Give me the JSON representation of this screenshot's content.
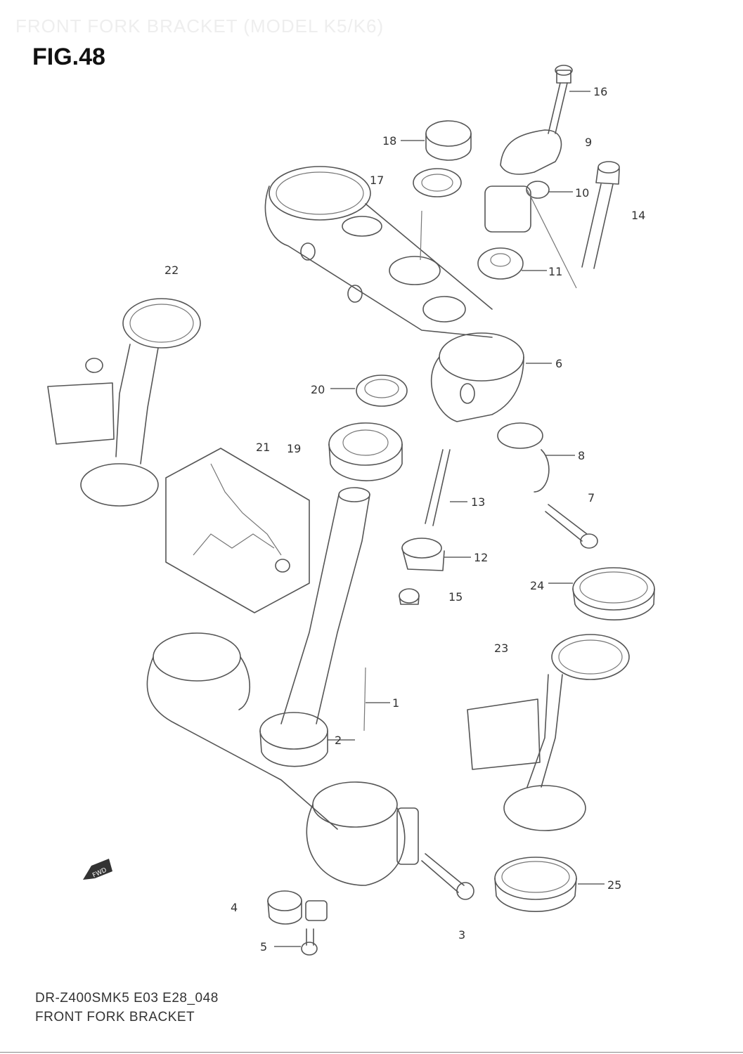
{
  "header": {
    "ghost_title": "FRONT FORK BRACKET (MODEL K5/K6)",
    "figure": "FIG.48"
  },
  "diagram": {
    "callouts": [
      "1",
      "2",
      "3",
      "4",
      "5",
      "6",
      "7",
      "8",
      "9",
      "10",
      "11",
      "12",
      "13",
      "14",
      "15",
      "16",
      "17",
      "18",
      "19",
      "20",
      "21",
      "22",
      "23",
      "24",
      "25"
    ],
    "fwd_label": "FWD"
  },
  "footer": {
    "code": "DR-Z400SMK5 E03 E28_048",
    "title": "FRONT FORK BRACKET"
  }
}
